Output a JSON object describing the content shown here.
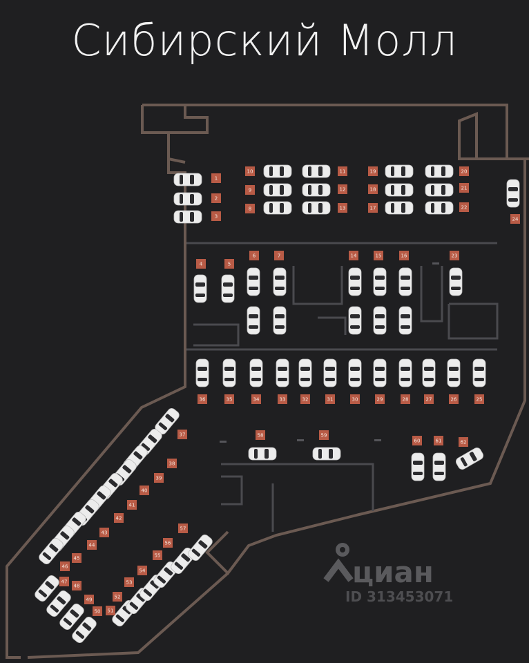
{
  "title": "Сибирский Молл",
  "watermark": {
    "brand": "циан",
    "id_text": "ID 313453071"
  },
  "colors": {
    "background": "#1f1f21",
    "wall": "#6b5a52",
    "spot_label": "#b85b46",
    "car": "#ececec"
  },
  "spots": [
    "1",
    "2",
    "3",
    "4",
    "5",
    "6",
    "7",
    "8",
    "9",
    "10",
    "11",
    "12",
    "13",
    "14",
    "15",
    "16",
    "17",
    "18",
    "19",
    "20",
    "21",
    "22",
    "23",
    "24",
    "25",
    "26",
    "27",
    "28",
    "29",
    "30",
    "31",
    "32",
    "33",
    "34",
    "35",
    "36",
    "37",
    "38",
    "39",
    "40",
    "41",
    "42",
    "43",
    "44",
    "45",
    "46",
    "47",
    "48",
    "49",
    "50",
    "51",
    "52",
    "53",
    "54",
    "55",
    "56",
    "57",
    "58",
    "59",
    "60",
    "61",
    "62"
  ],
  "icons": [
    "car-icon",
    "location-pin-icon"
  ]
}
